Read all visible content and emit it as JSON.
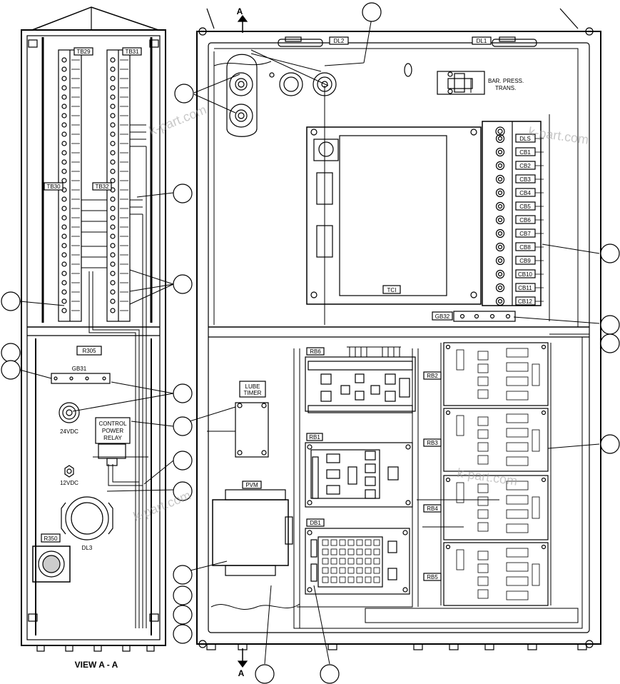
{
  "diagram": {
    "view_label": "VIEW A - A",
    "section_marker": "A",
    "watermark": "k-part.com",
    "left_panel": {
      "terminal_blocks": [
        "TB29",
        "TB31",
        "TB30",
        "TB32"
      ],
      "resistor_top": "R305",
      "ground_bar": "GB31",
      "connector_24v": "24VDC",
      "relay_label_lines": [
        "CONTROL",
        "POWER",
        "RELAY"
      ],
      "connector_12v": "12VDC",
      "resistor_bottom": "R350",
      "dome_light": "DL3"
    },
    "right_panel": {
      "dome_lights": [
        "DL2",
        "DL1"
      ],
      "pressure_sensor_lines": [
        "BAR. PRESS.",
        "TRANS."
      ],
      "controller": "TCI",
      "breakers": [
        "DLS",
        "CB1",
        "CB2",
        "CB3",
        "CB4",
        "CB5",
        "CB6",
        "CB7",
        "CB8",
        "CB9",
        "CB10",
        "CB11",
        "CB12"
      ],
      "ground_bar": "GB32",
      "lube_timer_lines": [
        "LUBE",
        "TIMER"
      ],
      "relay_boards": [
        "RB6",
        "RB1",
        "RB2",
        "RB3",
        "RB4",
        "RB5"
      ],
      "diode_board": "DB1",
      "pvm": "PVM"
    }
  }
}
